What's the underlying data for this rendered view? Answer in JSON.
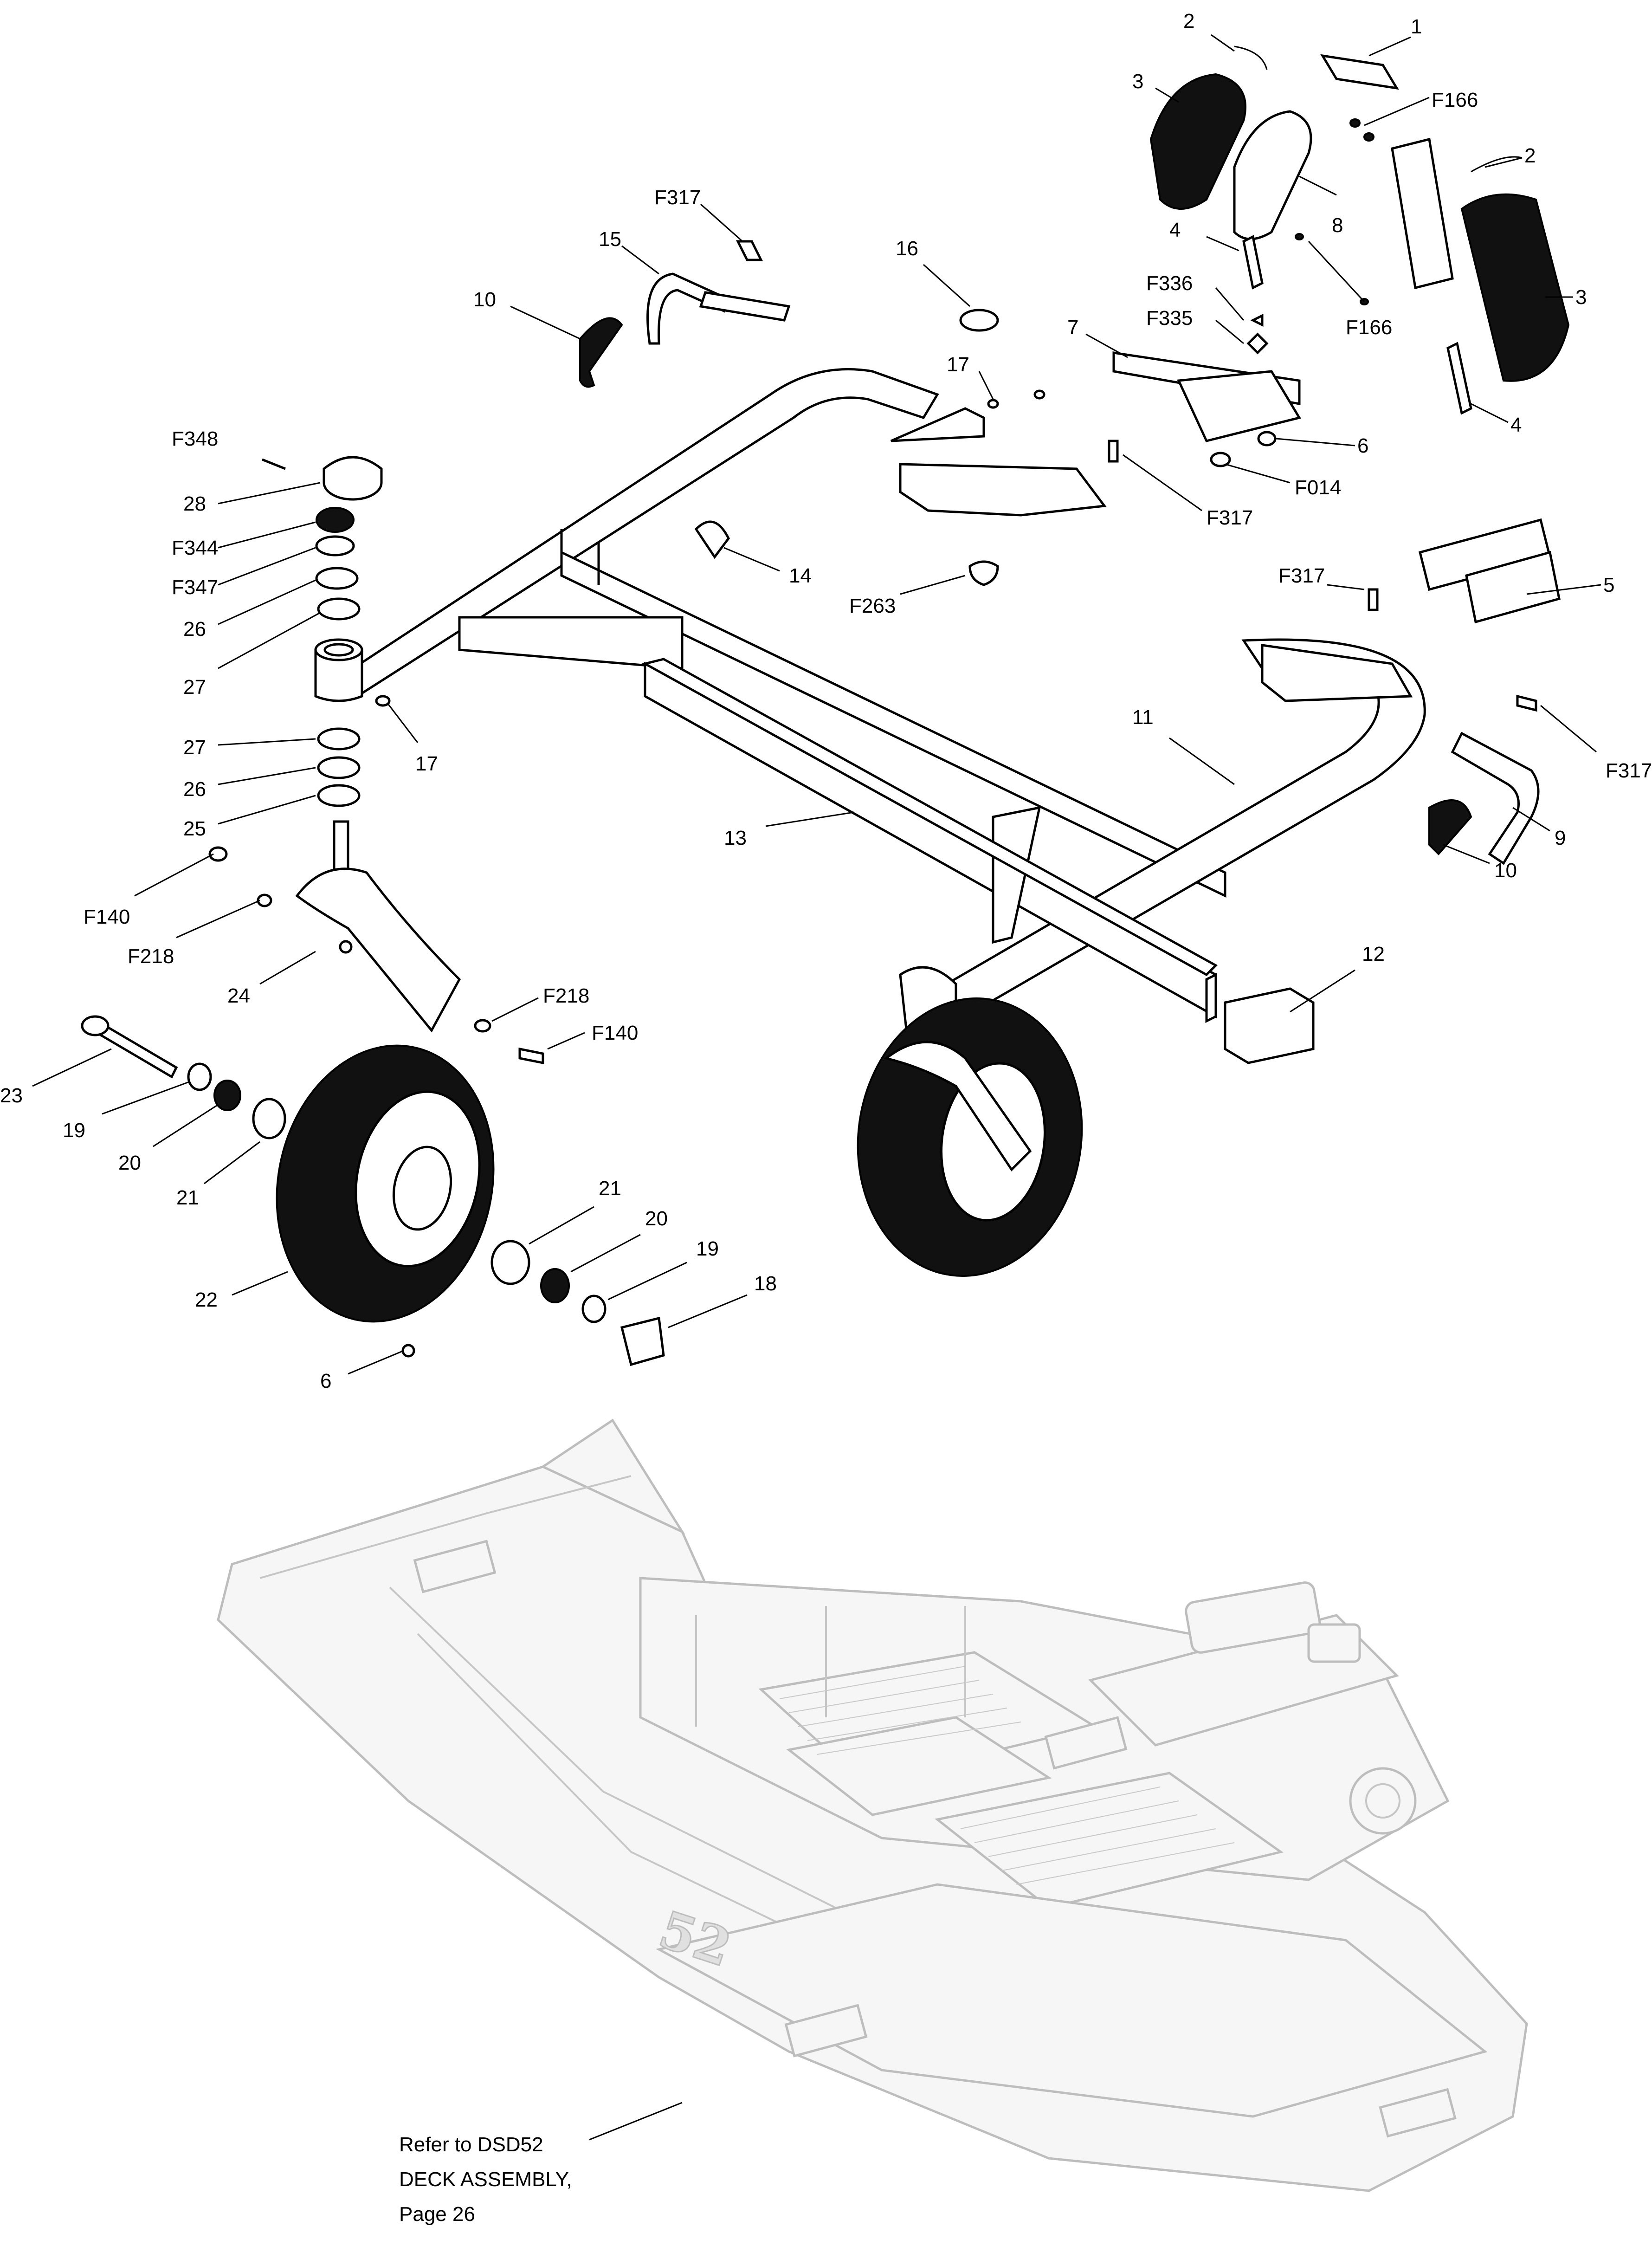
{
  "diagram": {
    "callouts": [
      "1",
      "2",
      "3",
      "F166",
      "2",
      "3",
      "4",
      "8",
      "4",
      "F336",
      "F335",
      "F166",
      "7",
      "6",
      "F014",
      "F317",
      "16",
      "17",
      "15",
      "F317",
      "10",
      "F348",
      "28",
      "F344",
      "F347",
      "26",
      "27",
      "14",
      "F263",
      "F317",
      "5",
      "17",
      "27",
      "26",
      "25",
      "11",
      "F317",
      "9",
      "10",
      "13",
      "F140",
      "F218",
      "24",
      "12",
      "F218",
      "F140",
      "23",
      "19",
      "20",
      "21",
      "21",
      "20",
      "19",
      "18",
      "22",
      "6"
    ],
    "deck_reference": {
      "line1": "Refer to DSD52",
      "line2": "DECK ASSEMBLY,",
      "line3": "Page 26"
    },
    "deck_stamp": "52"
  }
}
